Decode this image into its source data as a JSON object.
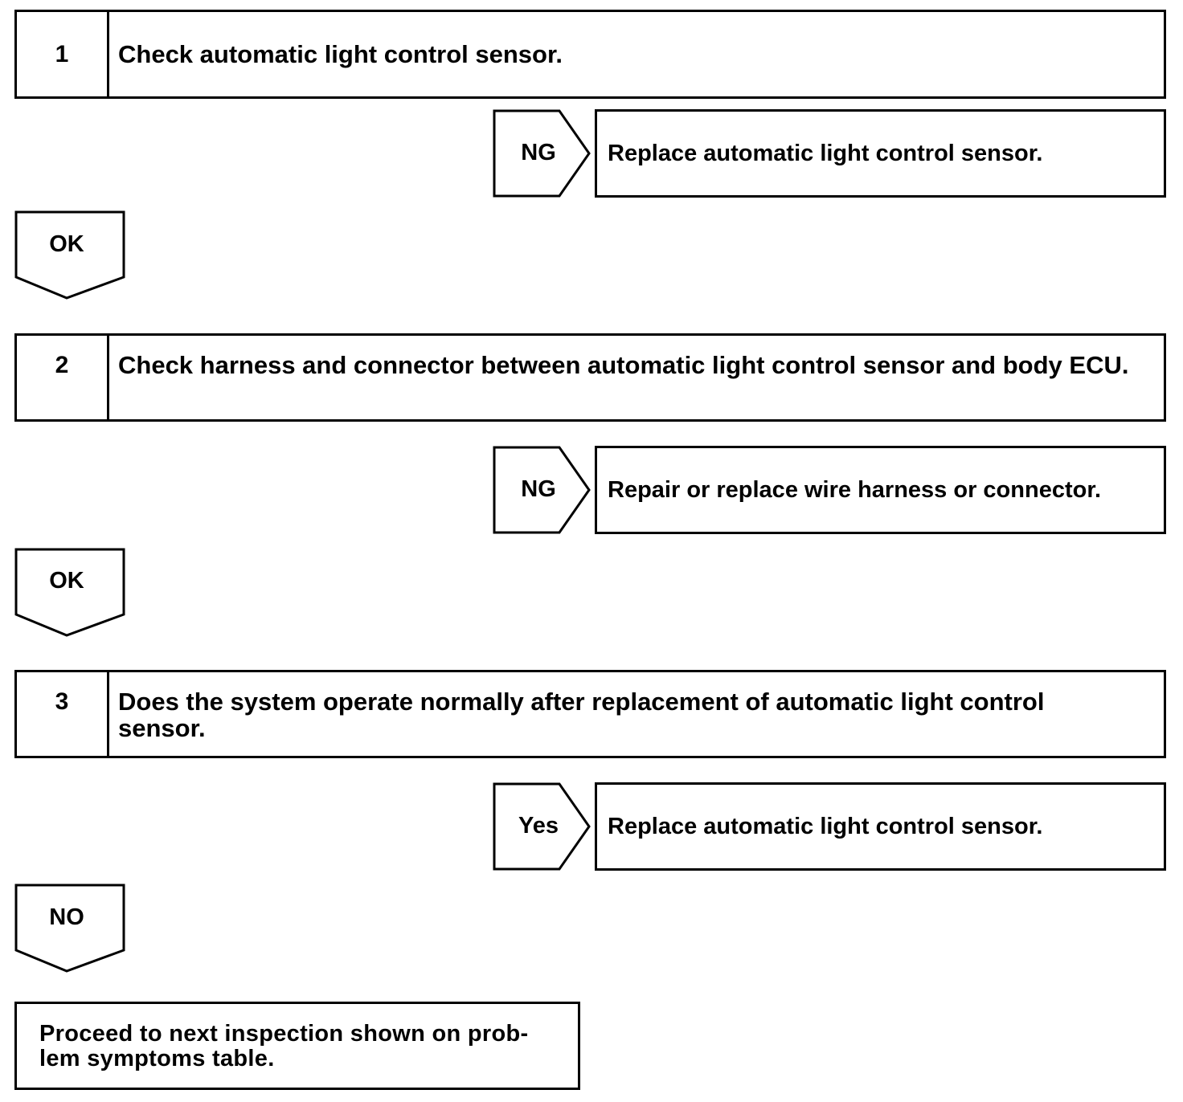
{
  "steps": [
    {
      "number": "1",
      "text": "Check automatic light control sensor."
    },
    {
      "number": "2",
      "text": "Check harness and connector between automatic light control sensor and body ECU."
    },
    {
      "number": "3",
      "text": "Does the system operate normally after replacement of automatic light control sensor."
    }
  ],
  "branches": [
    {
      "label": "NG",
      "result": "Replace automatic light control sensor."
    },
    {
      "label": "NG",
      "result": "Repair or replace wire harness or connector."
    },
    {
      "label": "Yes",
      "result": "Replace automatic light control sensor."
    }
  ],
  "continues": [
    {
      "label": "OK"
    },
    {
      "label": "OK"
    },
    {
      "label": "NO"
    }
  ],
  "final": {
    "text_line1": "Proceed to next inspection shown on prob-",
    "text_line2": "lem symptoms table."
  }
}
